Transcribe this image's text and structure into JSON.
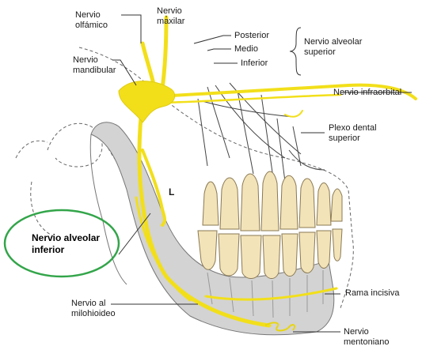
{
  "labels": {
    "nervio_olfamico": [
      "Nervio",
      "olfámico"
    ],
    "nervio_maxilar": [
      "Nervio",
      "maxilar"
    ],
    "nervio_mandibular": [
      "Nervio",
      "mandibular"
    ],
    "posterior": "Posterior",
    "medio": "Medio",
    "inferior": "Inferior",
    "nervio_alveolar_superior": [
      "Nervio alveolar",
      "superior"
    ],
    "nervio_infraorbital": "Nervio infraorbital",
    "plexo_dental_superior": [
      "Plexo dental",
      "superior"
    ],
    "l": "L",
    "nervio_alveolar_inferior": [
      "Nervio alveolar",
      "inferior"
    ],
    "nervio_al_milohioideo": [
      "Nervio al",
      "milohioideo"
    ],
    "rama_incisiva": "Rama incisiva",
    "nervio_mentoniano": [
      "Nervio",
      "mentoniano"
    ]
  },
  "colors": {
    "nerve": "#f2df1a",
    "highlight": "#33a54a",
    "bone": "#d3d3d3",
    "tooth": "#f3e3b8"
  }
}
